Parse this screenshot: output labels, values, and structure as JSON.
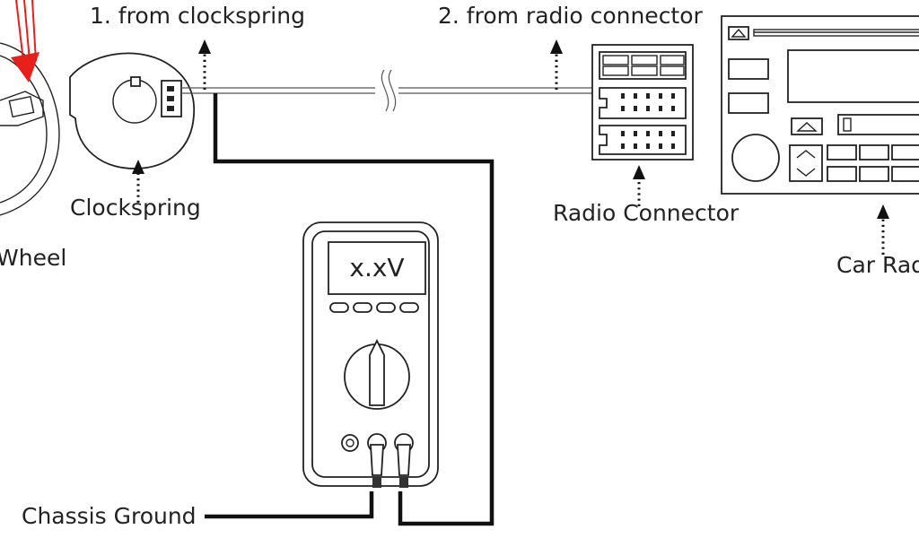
{
  "labels": {
    "from_clockspring": "1. from clockspring",
    "from_radio_connector": "2. from radio connector",
    "clockspring": "Clockspring",
    "radio_connector": "Radio Connector",
    "car_radio": "Car Rad",
    "wheel": "Wheel",
    "chassis_ground": "Chassis Ground"
  },
  "multimeter": {
    "display": "x.xV"
  },
  "colors": {
    "line": "#111111",
    "accent_arrow": "#e8201c"
  }
}
